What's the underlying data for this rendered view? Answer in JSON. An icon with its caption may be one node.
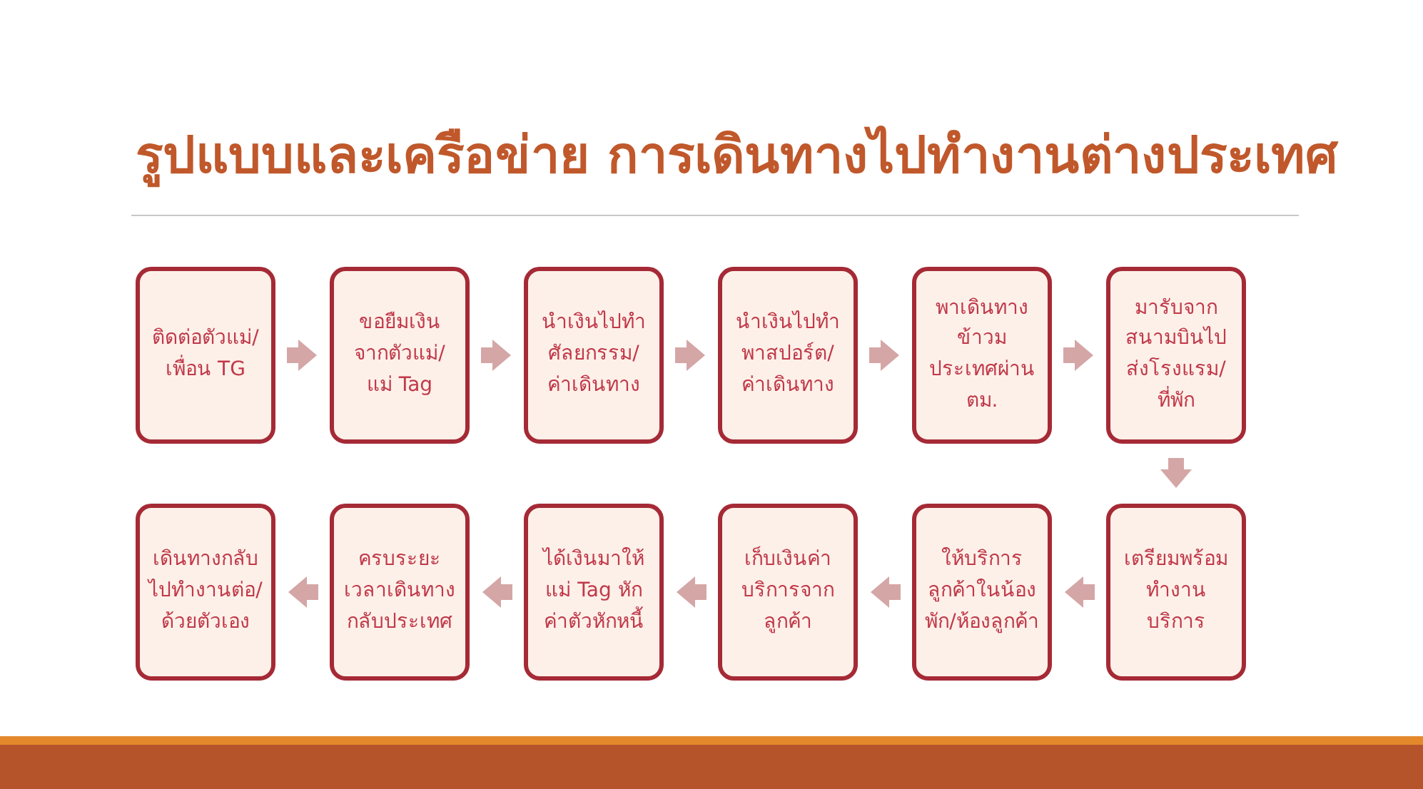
{
  "diagram": {
    "title": "รูปแบบและเครือข่าย การเดินทางไปทำงานต่างประเทศ",
    "nodes": [
      {
        "text": [
          "ติดต่อตัวแม่/เพื่อน TG"
        ]
      },
      {
        "text": [
          "ขอยืมเงินจากตัวแม่/ แม่ Tag"
        ]
      },
      {
        "text": [
          "นำเงินไปทำศัลยกรรม/ค่าเดินทาง"
        ]
      },
      {
        "text": [
          "นำเงินไปทำพาสปอร์ต/ค่าเดินทาง"
        ]
      },
      {
        "text": [
          "พาเดินทางข้าวมประเทศผ่าน ตม."
        ]
      },
      {
        "text": [
          "มารับจากสนามบินไปส่งโรงแรม/ที่พัก"
        ]
      },
      {
        "text": [
          "เตรียมพร้อมทำงานบริการ"
        ]
      },
      {
        "text": [
          "ให้บริการลูกค้าในน้องพัก/ห้องลูกค้า"
        ]
      },
      {
        "text": [
          "เก็บเงินค่าบริการจากลูกค้า"
        ]
      },
      {
        "text": [
          "ได้เงินมาให้แม่ Tag หักค่าตัวหักหนี้"
        ]
      },
      {
        "text": [
          "ครบระยะเวลาเดินทางกลับประเทศ"
        ]
      },
      {
        "text": [
          "เดินทางกลับไปทำงานต่อ/ด้วยตัวเอง"
        ]
      }
    ],
    "edges": [
      {
        "from": 0,
        "to": 1,
        "arrow": "to"
      },
      {
        "from": 1,
        "to": 2,
        "arrow": "to"
      },
      {
        "from": 2,
        "to": 3,
        "arrow": "to"
      },
      {
        "from": 3,
        "to": 4,
        "arrow": "to"
      },
      {
        "from": 4,
        "to": 5,
        "arrow": "to"
      },
      {
        "from": 5,
        "to": 6,
        "arrow": "to"
      },
      {
        "from": 6,
        "to": 7,
        "arrow": "to"
      },
      {
        "from": 7,
        "to": 8,
        "arrow": "to"
      },
      {
        "from": 8,
        "to": 9,
        "arrow": "to"
      },
      {
        "from": 9,
        "to": 10,
        "arrow": "to"
      },
      {
        "from": 10,
        "to": 11,
        "arrow": "to"
      }
    ]
  }
}
